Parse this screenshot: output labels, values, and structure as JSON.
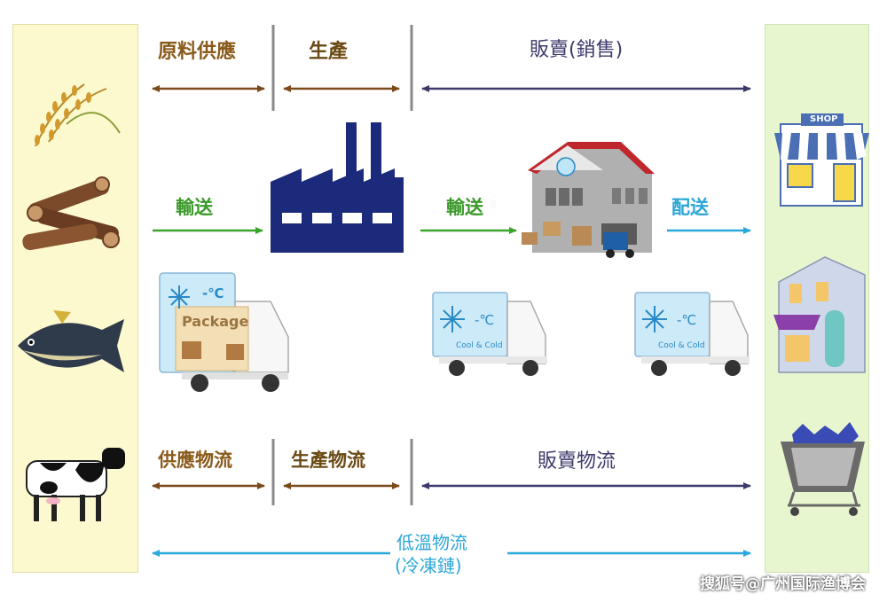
{
  "top_stages": {
    "supply": "原料供應",
    "production": "生產",
    "sales": "販賣(銷售)"
  },
  "transport": {
    "transport_1": "輸送",
    "transport_2": "輸送",
    "delivery": "配送"
  },
  "trucks": {
    "truck1_temp": "-℃",
    "truck1_package": "Package",
    "truck2_temp": "-℃",
    "truck2_text": "Cool & Cold",
    "truck3_temp": "-℃",
    "truck3_text": "Cool & Cold"
  },
  "store_sign": "SHOP",
  "bottom_stages": {
    "supply_logistics": "供應物流",
    "production_logistics": "生產物流",
    "sales_logistics": "販賣物流"
  },
  "cold_chain": {
    "line1": "低溫物流",
    "line2": "(冷凍鏈)"
  },
  "watermark": "搜狐号@广州国际渔博会",
  "colors": {
    "brown_arrow": "#7a4a1a",
    "navy_arrow": "#3d3a6b",
    "green_arrow": "#3aa52a",
    "cyan_arrow": "#29a8dc",
    "factory": "#1b2a7a"
  }
}
